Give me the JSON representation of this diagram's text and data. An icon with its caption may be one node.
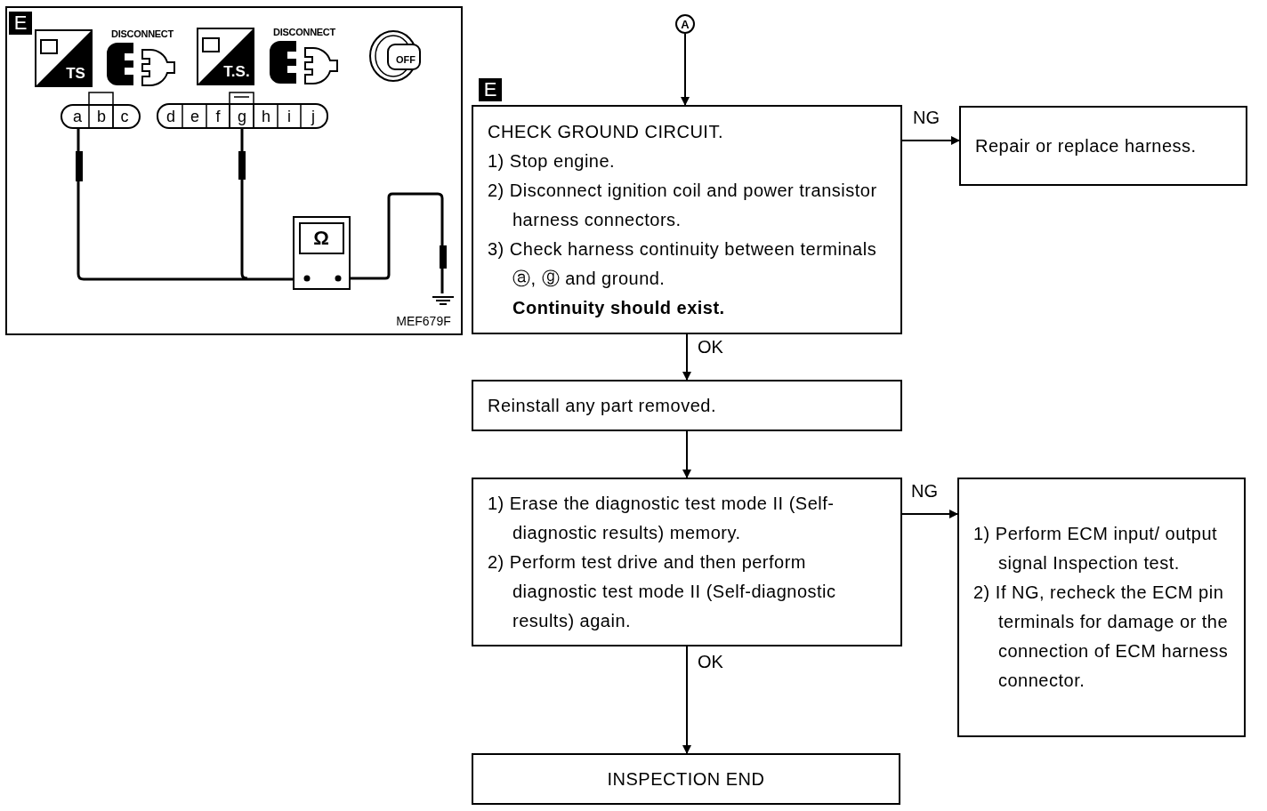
{
  "diagram": {
    "nodes": [
      {
        "text": [
          "A"
        ]
      },
      {
        "text": [
          "CHECK GROUND CIRCUIT.",
          "1) Stop engine.",
          "2) Disconnect ignition coil and power transistor harness connectors.",
          "3) Check harness continuity between terminals ⓐ, ⓖ and ground.",
          "Continuity should exist."
        ],
        "beside": [
          "E"
        ]
      },
      {
        "text": [
          "Repair or replace harness."
        ]
      },
      {
        "text": [
          "Reinstall any part removed."
        ]
      },
      {
        "text": [
          "1) Erase the diagnostic test mode II (Self-diagnostic results) memory.",
          "2) Perform test drive and then perform diagnostic test mode II (Self-diagnostic results) again."
        ]
      },
      {
        "text": [
          "1) Perform ECM input/ output signal Inspection test.",
          "2) If NG, recheck the ECM pin terminals for damage or the connection of ECM harness connector."
        ]
      },
      {
        "text": [
          "INSPECTION END"
        ]
      }
    ],
    "edges": [
      {
        "from": 0,
        "to": 1,
        "arrow": "to"
      },
      {
        "from": 1,
        "to": 2,
        "arrow": "to",
        "label": "NG"
      },
      {
        "from": 1,
        "to": 3,
        "arrow": "to",
        "label": "OK"
      },
      {
        "from": 3,
        "to": 4,
        "arrow": "to"
      },
      {
        "from": 4,
        "to": 5,
        "arrow": "to",
        "label": "NG"
      },
      {
        "from": 4,
        "to": 6,
        "arrow": "to",
        "label": "OK"
      }
    ],
    "labels": [
      "E",
      "DISCONNECT",
      "DISCONNECT",
      "TS",
      "T.S.",
      "OFF",
      "a",
      "b",
      "c",
      "d",
      "e",
      "f",
      "g",
      "h",
      "i",
      "j",
      "Ω",
      "MEF679F"
    ]
  }
}
